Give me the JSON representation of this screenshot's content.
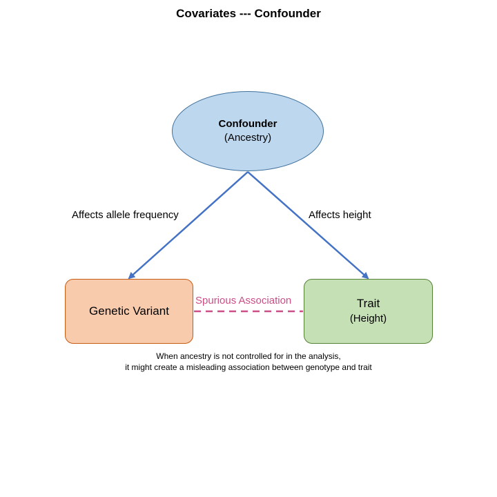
{
  "title": "Covariates --- Confounder",
  "confounder": {
    "label": "Confounder",
    "sublabel": "(Ancestry)"
  },
  "variant": {
    "label": "Genetic Variant"
  },
  "trait": {
    "label": "Trait",
    "sublabel": "(Height)"
  },
  "edges": {
    "left_label": "Affects allele frequency",
    "right_label": "Affects height",
    "spurious_label": "Spurious Association"
  },
  "caption": {
    "line1": "When ancestry is not controlled for in the analysis,",
    "line2": "it might create a misleading association between genotype and trait"
  },
  "colors": {
    "arrow": "#4472c4",
    "spurious": "#cc4e86",
    "confounder_fill": "#bdd7ee",
    "variant_fill": "#f8cbad",
    "trait_fill": "#c5e0b4"
  }
}
